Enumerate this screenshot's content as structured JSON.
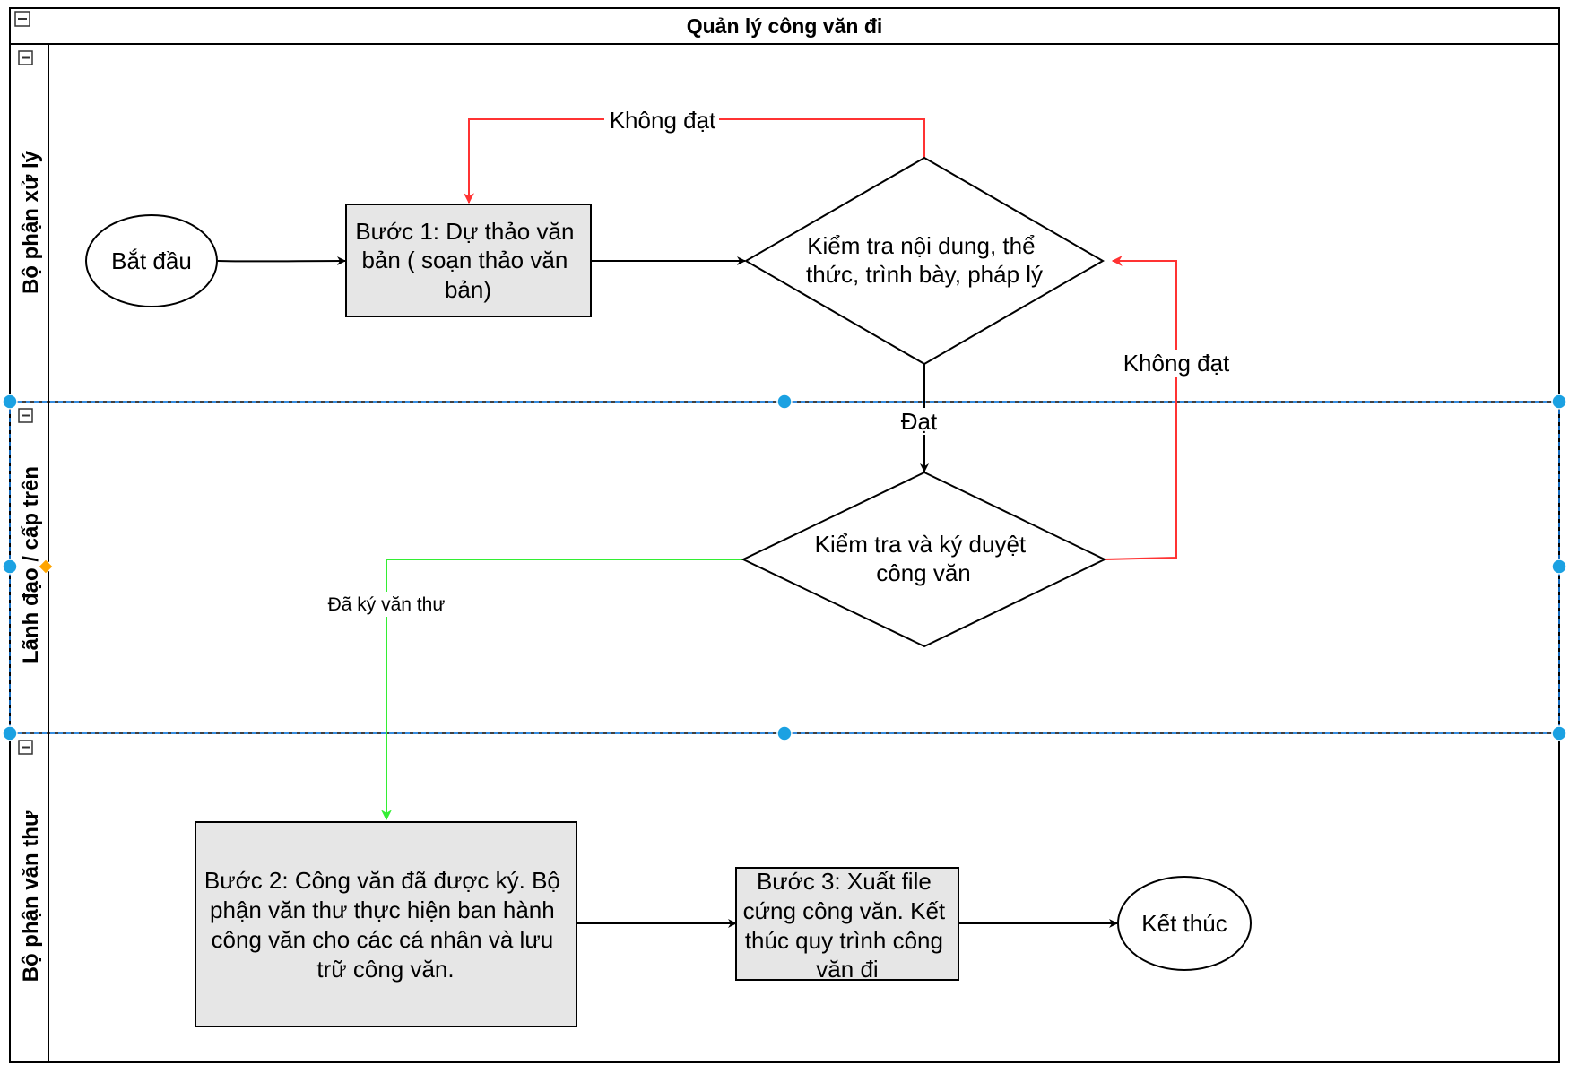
{
  "pool": {
    "title": "Quản lý công văn đi"
  },
  "lanes": [
    {
      "label": "Bộ phận xử lý"
    },
    {
      "label": "Lãnh đạo / cấp trên"
    },
    {
      "label": "Bộ phận văn thư"
    }
  ],
  "nodes": {
    "start": {
      "lines": [
        "Bắt đầu"
      ]
    },
    "step1": {
      "lines": [
        "Bước 1: Dự thảo văn",
        "bản ( soạn thảo văn",
        "bản)"
      ]
    },
    "check_content": {
      "lines": [
        "Kiểm tra nội dung, thể",
        "thức, trình bày, pháp lý"
      ]
    },
    "check_sign": {
      "lines": [
        "Kiểm tra và ký duyệt",
        "công văn"
      ]
    },
    "step2": {
      "lines": [
        "Bước 2: Công văn đã được ký. Bộ",
        "phận văn thư thực hiện ban hành",
        "công văn cho các cá nhân và lưu",
        "trữ công văn."
      ]
    },
    "step3": {
      "lines": [
        "Bước 3: Xuất file",
        "cứng công văn. Kết",
        "thúc quy trình công",
        "văn đi"
      ]
    },
    "end": {
      "lines": [
        "Kết thúc"
      ]
    }
  },
  "edges": {
    "reject_top": {
      "label": "Không đạt",
      "color": "#ff3333"
    },
    "reject_right": {
      "label": "Không đạt",
      "color": "#ff3333"
    },
    "pass": {
      "label": "Đạt",
      "color": "#000000"
    },
    "signed": {
      "label": "Đã ký văn thư",
      "color": "#33ee33"
    }
  },
  "colors": {
    "process_fill": "#e6e6e6",
    "selection": "#1e90ff",
    "handle": "#1ba1e2",
    "accent_handle": "#ffa500"
  }
}
